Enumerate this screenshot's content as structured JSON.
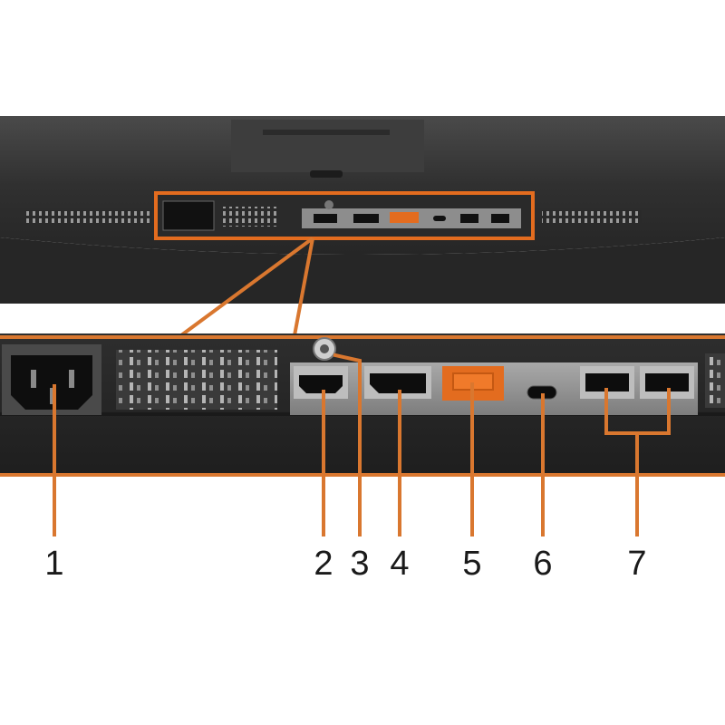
{
  "callouts": [
    {
      "id": "1",
      "label": "1",
      "target": "power-connector"
    },
    {
      "id": "2",
      "label": "2",
      "target": "hdmi-port"
    },
    {
      "id": "3",
      "label": "3",
      "target": "security-lock-slot"
    },
    {
      "id": "4",
      "label": "4",
      "target": "displayport"
    },
    {
      "id": "5",
      "label": "5",
      "target": "usb-upstream-port"
    },
    {
      "id": "6",
      "label": "6",
      "target": "usb-type-c-port"
    },
    {
      "id": "7",
      "label": "7",
      "target": "usb-downstream-ports"
    }
  ],
  "colors": {
    "background": "#ffffff",
    "bezel_dark": "#2b2b2b",
    "bezel_mid": "#3a3a3a",
    "port_panel": "#9a9a9a",
    "highlight": "#e36c1f",
    "leader_line": "#d9772f"
  }
}
